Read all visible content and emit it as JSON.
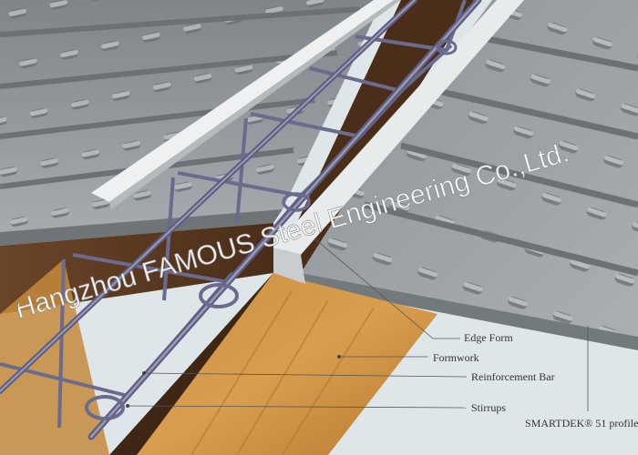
{
  "watermark": {
    "line1": "Hangzhou FAMOUS Steel Engineering Co.,Ltd."
  },
  "labels": {
    "edge_form": "Edge Form",
    "formwork": "Formwork",
    "reinforcement_bar": "Reinforcement Bar",
    "stirrups": "Stirrups",
    "profile": "SMARTDEK® 51 profile"
  },
  "colors": {
    "deck": "#8f9599",
    "deck_light": "#a7adb1",
    "rib_dark": "#6b7175",
    "timber": "#c68a3c",
    "formwork_wall": "#5b3a22",
    "edge_form": "#d8dcdf",
    "rebar": "#6f6f8f",
    "sky": "#dfe6ea"
  }
}
